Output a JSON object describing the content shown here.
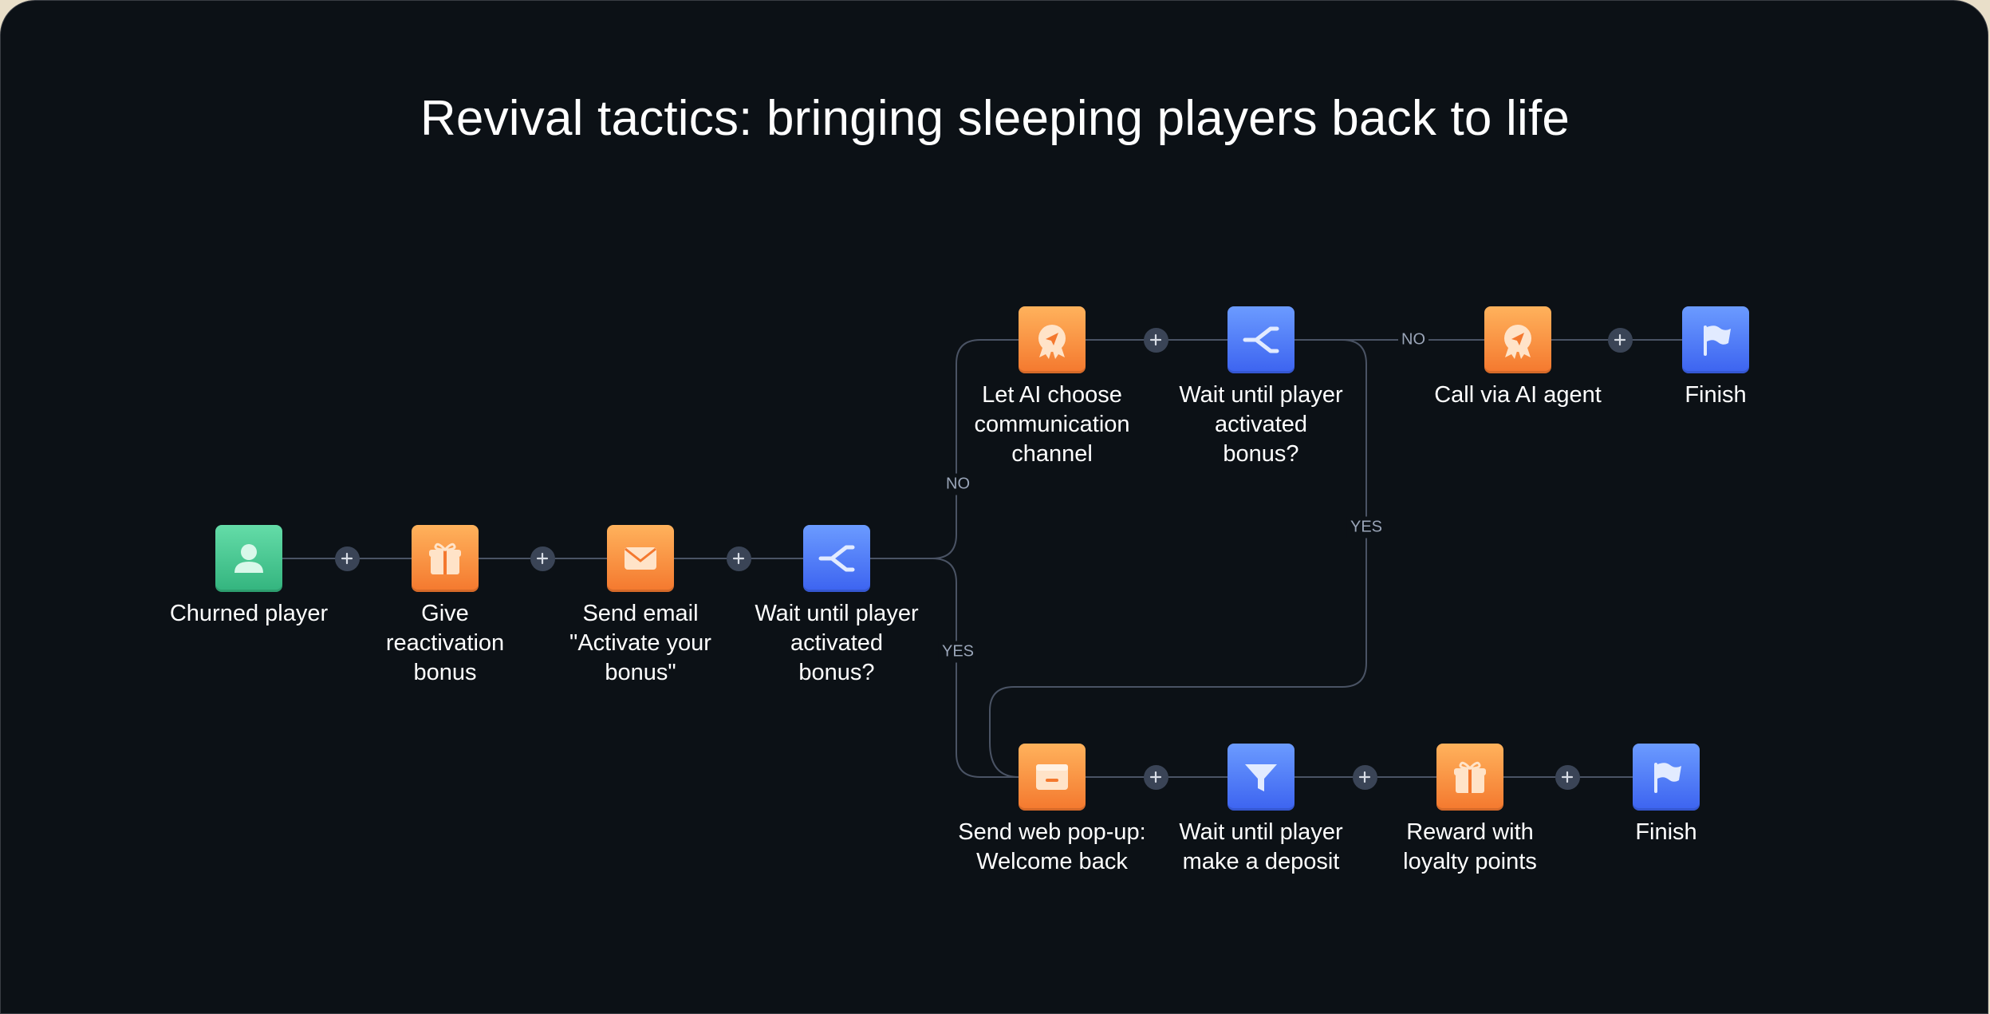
{
  "title": "Revival tactics: bringing sleeping players back to life",
  "colors": {
    "background": "#0c1116",
    "connector": "#4a5364",
    "plus_badge": "#3a4456",
    "green_node": "#33b47e",
    "orange_node": "#f4782e",
    "blue_node": "#3c63f0"
  },
  "nodes": {
    "churned": {
      "icon": "user-icon",
      "lines": [
        "Churned player"
      ]
    },
    "bonus": {
      "icon": "gift-icon",
      "lines": [
        "Give",
        "reactivation",
        "bonus"
      ]
    },
    "email": {
      "icon": "envelope-icon",
      "lines": [
        "Send email",
        "\"Activate your",
        "bonus\""
      ]
    },
    "wait1": {
      "icon": "split-icon",
      "lines": [
        "Wait until player",
        "activated",
        "bonus?"
      ]
    },
    "ai_channel": {
      "icon": "ai-badge-icon",
      "lines": [
        "Let AI choose",
        "communication",
        "channel"
      ]
    },
    "wait2": {
      "icon": "split-icon",
      "lines": [
        "Wait until player",
        "activated",
        "bonus?"
      ]
    },
    "call_ai": {
      "icon": "ai-badge-icon",
      "lines": [
        "Call  via AI agent"
      ]
    },
    "finish1": {
      "icon": "flag-icon",
      "lines": [
        "Finish"
      ]
    },
    "popup": {
      "icon": "popup-window-icon",
      "lines": [
        "Send web pop-up:",
        "Welcome back"
      ]
    },
    "deposit": {
      "icon": "filter-icon",
      "lines": [
        "Wait until player",
        "make a deposit"
      ]
    },
    "reward": {
      "icon": "gift-icon",
      "lines": [
        "Reward with",
        "loyalty points"
      ]
    },
    "finish2": {
      "icon": "flag-icon",
      "lines": [
        "Finish"
      ]
    }
  },
  "branches": {
    "wait1_no": "NO",
    "wait1_yes": "YES",
    "wait2_no": "NO",
    "wait2_yes": "YES"
  }
}
